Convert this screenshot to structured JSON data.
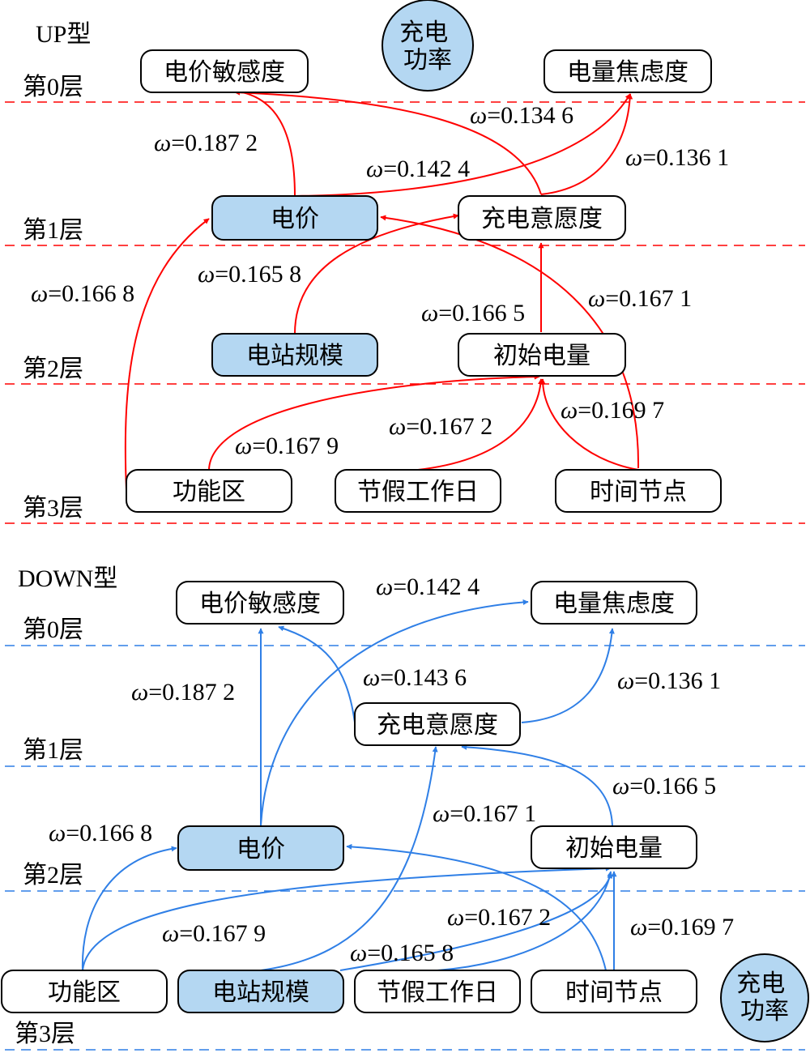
{
  "colors": {
    "up_edge": "#ff0000",
    "down_edge": "#2f7fe6",
    "highlight_fill": "#b4d7f2",
    "node_stroke": "#000000",
    "node_fill": "#ffffff"
  },
  "up": {
    "title": "UP型",
    "power_node": "充电\n功率",
    "layers": [
      "第0层",
      "第1层",
      "第2层",
      "第3层"
    ],
    "nodes": {
      "price_sensitivity": "电价敏感度",
      "charge_anxiety": "电量焦虑度",
      "price": "电价",
      "willingness": "充电意愿度",
      "station_scale": "电站规模",
      "initial_charge": "初始电量",
      "function_area": "功能区",
      "holiday": "节假工作日",
      "time_node": "时间节点"
    },
    "weights": {
      "price_to_sensitivity": "0.187 2",
      "price_to_anxiety": "0.142 4",
      "willingness_to_sensitivity": "0.134 6",
      "willingness_to_anxiety": "0.136 1",
      "function_to_price": "0.166 8",
      "station_to_willingness": "0.165 8",
      "initial_to_willingness": "0.166 5",
      "time_to_price": "0.167 1",
      "function_to_initial": "0.167 9",
      "holiday_to_initial": "0.167 2",
      "time_to_initial": "0.169 7"
    }
  },
  "down": {
    "title": "DOWN型",
    "power_node": "充电\n功率",
    "layers": [
      "第0层",
      "第1层",
      "第2层",
      "第3层"
    ],
    "nodes": {
      "price_sensitivity": "电价敏感度",
      "charge_anxiety": "电量焦虑度",
      "willingness": "充电意愿度",
      "price": "电价",
      "initial_charge": "初始电量",
      "function_area": "功能区",
      "station_scale": "电站规模",
      "holiday": "节假工作日",
      "time_node": "时间节点"
    },
    "weights": {
      "price_to_anxiety": "0.142 4",
      "willingness_to_sensitivity": "0.143 6",
      "willingness_to_anxiety": "0.136 1",
      "price_to_sensitivity": "0.187 2",
      "initial_to_willingness": "0.166 5",
      "station_to_willingness": "0.167 1",
      "function_to_price": "0.166 8",
      "function_to_initial": "0.167 9",
      "holiday_to_initial": "0.167 2",
      "station_to_initial": "0.165 8",
      "time_to_initial": "0.169 7"
    }
  }
}
